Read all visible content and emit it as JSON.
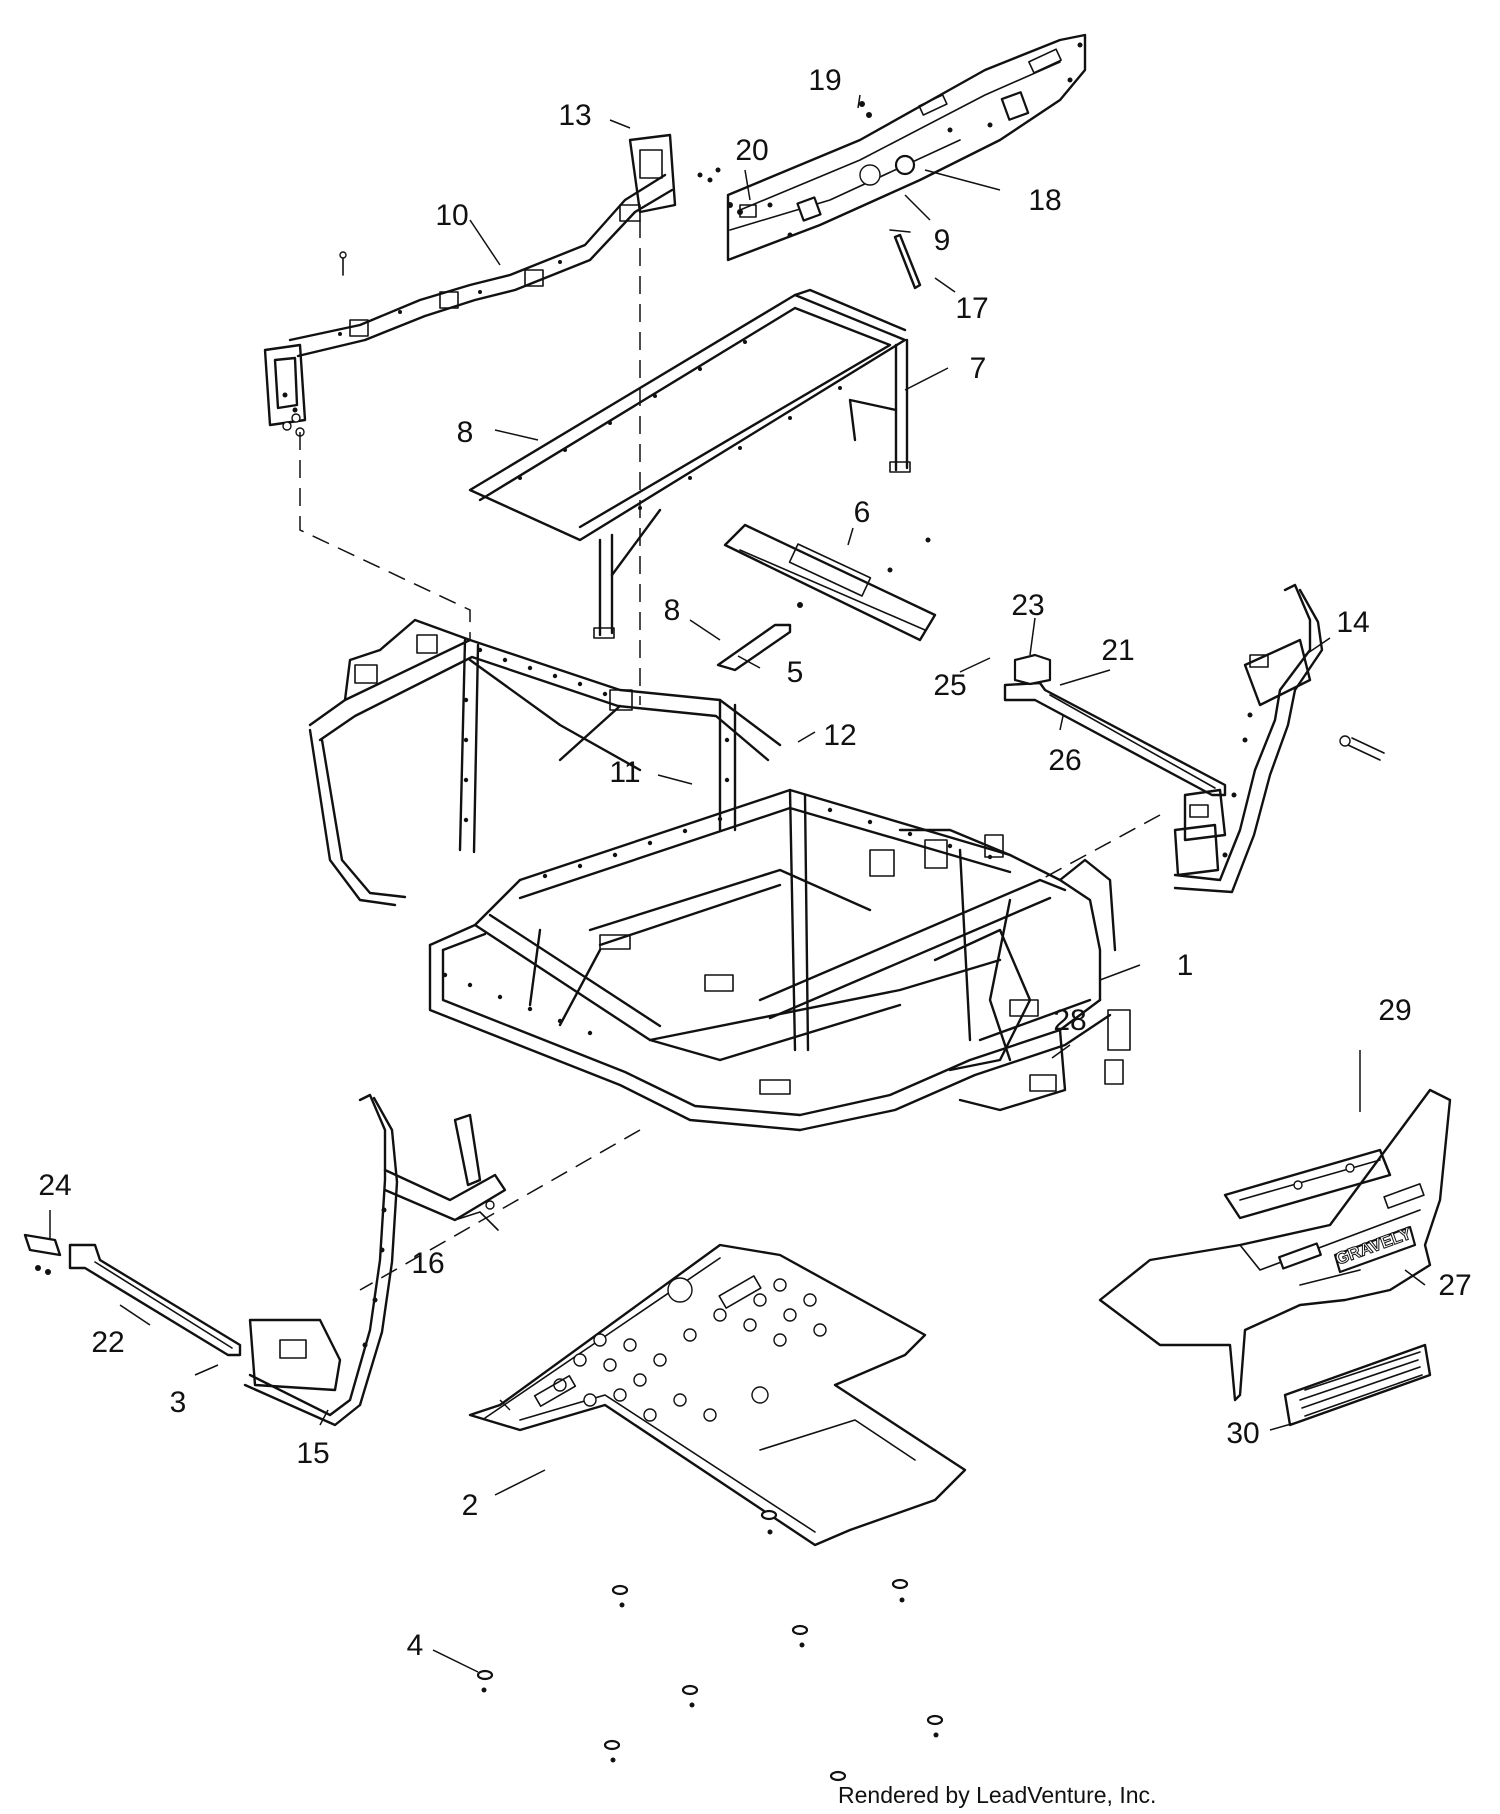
{
  "callouts": [
    {
      "id": "1",
      "text": "1"
    },
    {
      "id": "2",
      "text": "2"
    },
    {
      "id": "3",
      "text": "3"
    },
    {
      "id": "4",
      "text": "4"
    },
    {
      "id": "5",
      "text": "5"
    },
    {
      "id": "6",
      "text": "6"
    },
    {
      "id": "7",
      "text": "7"
    },
    {
      "id": "8a",
      "text": "8"
    },
    {
      "id": "8b",
      "text": "8"
    },
    {
      "id": "9",
      "text": "9"
    },
    {
      "id": "10",
      "text": "10"
    },
    {
      "id": "11",
      "text": "11"
    },
    {
      "id": "12",
      "text": "12"
    },
    {
      "id": "13",
      "text": "13"
    },
    {
      "id": "14",
      "text": "14"
    },
    {
      "id": "15",
      "text": "15"
    },
    {
      "id": "16",
      "text": "16"
    },
    {
      "id": "17",
      "text": "17"
    },
    {
      "id": "18",
      "text": "18"
    },
    {
      "id": "19",
      "text": "19"
    },
    {
      "id": "20",
      "text": "20"
    },
    {
      "id": "21",
      "text": "21"
    },
    {
      "id": "22",
      "text": "22"
    },
    {
      "id": "23",
      "text": "23"
    },
    {
      "id": "24",
      "text": "24"
    },
    {
      "id": "25",
      "text": "25"
    },
    {
      "id": "26",
      "text": "26"
    },
    {
      "id": "27",
      "text": "27"
    },
    {
      "id": "28",
      "text": "28"
    },
    {
      "id": "29",
      "text": "29"
    },
    {
      "id": "30",
      "text": "30"
    }
  ],
  "bumper_logo": "GRAVELY",
  "credit": "Rendered by LeadVenture, Inc."
}
